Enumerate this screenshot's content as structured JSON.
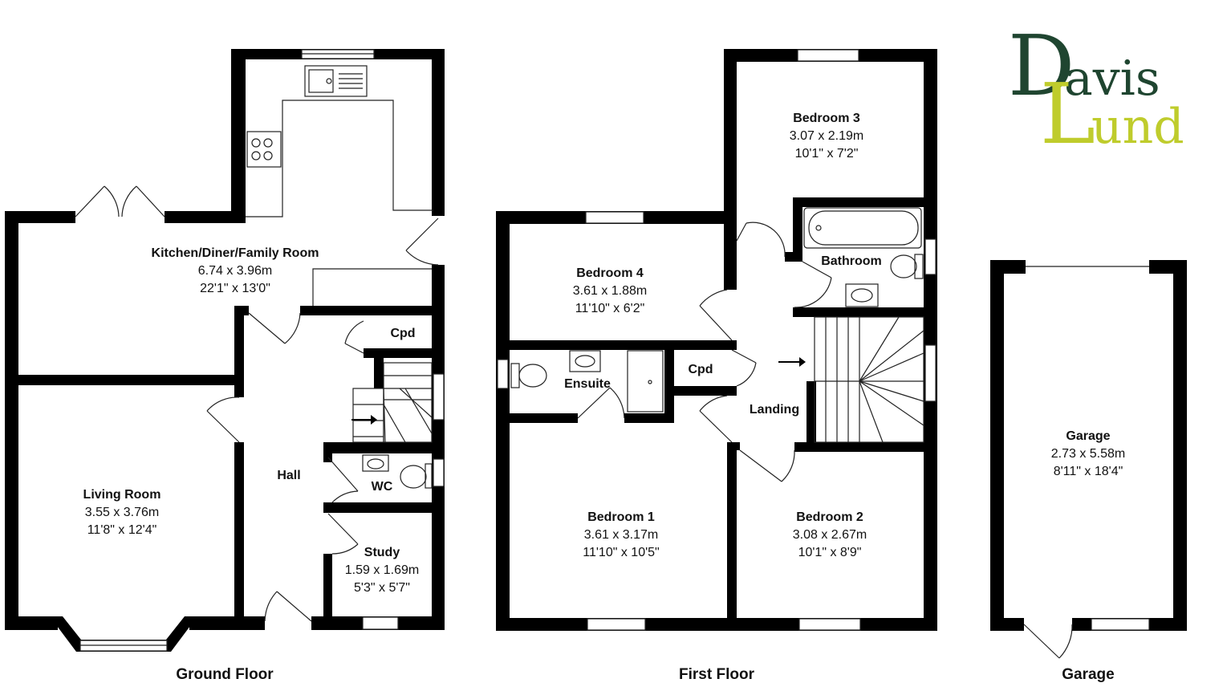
{
  "logo": {
    "brand_line1": "Davis",
    "brand_line2": "Lund"
  },
  "floors": {
    "ground": "Ground Floor",
    "first": "First Floor",
    "garage": "Garage"
  },
  "rooms": {
    "kitchen": {
      "name": "Kitchen/Diner/Family Room",
      "metric": "6.74 x 3.96m",
      "imperial": "22'1\" x 13'0\""
    },
    "living": {
      "name": "Living Room",
      "metric": "3.55 x 3.76m",
      "imperial": "11'8\" x 12'4\""
    },
    "hall": {
      "name": "Hall"
    },
    "cpd_ground": {
      "name": "Cpd"
    },
    "wc": {
      "name": "WC"
    },
    "study": {
      "name": "Study",
      "metric": "1.59 x 1.69m",
      "imperial": "5'3\" x 5'7\""
    },
    "bedroom3": {
      "name": "Bedroom 3",
      "metric": "3.07 x 2.19m",
      "imperial": "10'1\" x 7'2\""
    },
    "bedroom4": {
      "name": "Bedroom 4",
      "metric": "3.61 x 1.88m",
      "imperial": "11'10\" x 6'2\""
    },
    "bathroom": {
      "name": "Bathroom"
    },
    "ensuite": {
      "name": "Ensuite"
    },
    "cpd_first": {
      "name": "Cpd"
    },
    "landing": {
      "name": "Landing"
    },
    "bedroom1": {
      "name": "Bedroom 1",
      "metric": "3.61 x 3.17m",
      "imperial": "11'10\" x 10'5\""
    },
    "bedroom2": {
      "name": "Bedroom 2",
      "metric": "3.08 x 2.67m",
      "imperial": "10'1\" x 8'9\""
    },
    "garage": {
      "name": "Garage",
      "metric": "2.73 x 5.58m",
      "imperial": "8'11\" x 18'4\""
    }
  }
}
